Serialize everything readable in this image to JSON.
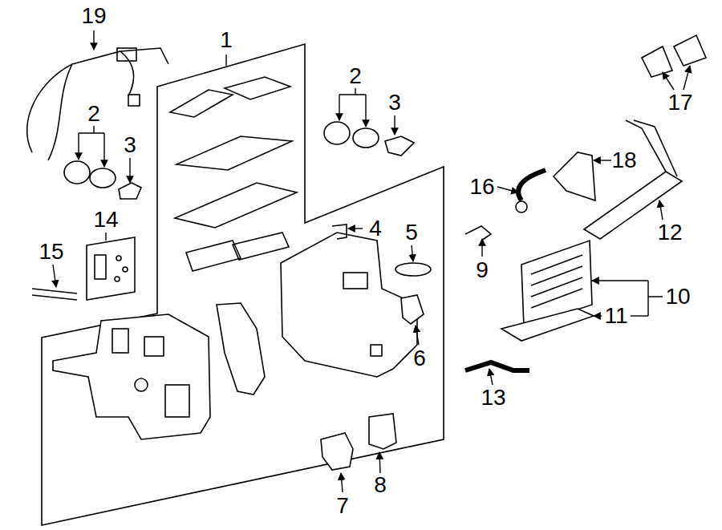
{
  "diagram": {
    "labels": [
      "19",
      "1",
      "2",
      "3",
      "17",
      "2",
      "3",
      "16",
      "18",
      "12",
      "4",
      "14",
      "5",
      "15",
      "9",
      "10",
      "11",
      "6",
      "13",
      "7",
      "8"
    ]
  }
}
